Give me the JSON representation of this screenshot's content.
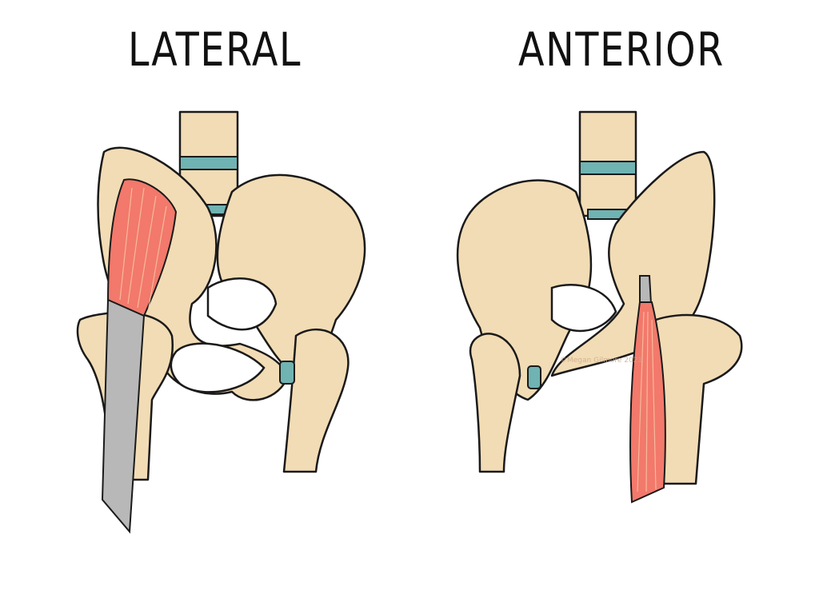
{
  "labels": {
    "left_view": "LATERAL",
    "right_view": "ANTERIOR"
  },
  "watermark": "©Megan Gilmore 2021",
  "colors": {
    "bone": "#f2dcb5",
    "muscle": "#f2796b",
    "tendon": "#b8b8b8",
    "disc": "#6fb3b3",
    "outline": "#1a1a1a"
  }
}
